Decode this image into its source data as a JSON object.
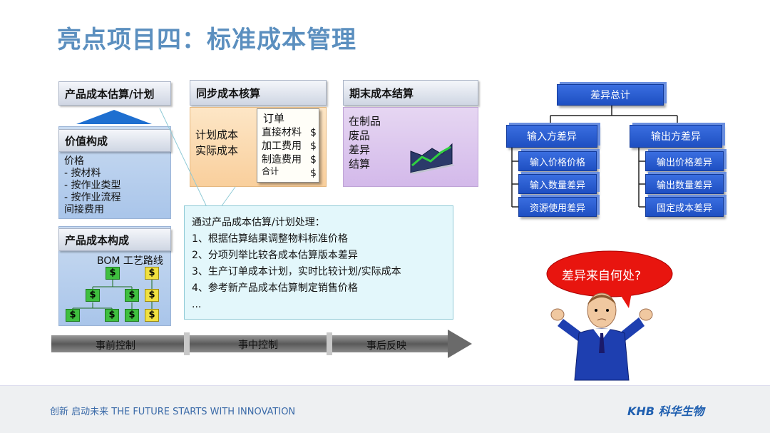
{
  "title": "亮点项目四：标准成本管理",
  "left": {
    "estimate_header": "产品成本估算/计划",
    "value_header": "价值构成",
    "value_lines": [
      "价格",
      "- 按材料",
      "- 按作业类型",
      "- 按作业流程",
      "间接费用"
    ],
    "structure_header": "产品成本构成",
    "structure_caption": "BOM 工艺路线",
    "dollar": "$"
  },
  "middle": {
    "sync_header": "同步成本核算",
    "sync_lines": [
      "计划成本",
      "实际成本"
    ],
    "order_title": "订单",
    "order_items": [
      "直接材料",
      "加工费用",
      "制造费用",
      "合计"
    ]
  },
  "right": {
    "period_header": "期末成本结算",
    "period_lines": [
      "在制品",
      "废品",
      "差异",
      "结算"
    ]
  },
  "callout": {
    "intro": "通过产品成本估算/计划处理：",
    "items": [
      "1、根据估算结果调整物料标准价格",
      "2、分项列举比较各成本估算版本差异",
      "3、生产订单成本计划，实时比较计划/实际成本",
      "4、参考新产品成本估算制定销售价格",
      "..."
    ]
  },
  "timeline": [
    "事前控制",
    "事中控制",
    "事后反映"
  ],
  "variance": {
    "total": "差异总计",
    "input_header": "输入方差异",
    "input_items": [
      "输入价格价格",
      "输入数量差异",
      "资源使用差异"
    ],
    "output_header": "输出方差异",
    "output_items": [
      "输出价格差异",
      "输出数量差异",
      "固定成本差异"
    ]
  },
  "question": "差异来自何处?",
  "footer": {
    "slogan": "创新 启动未来  THE FUTURE STARTS WITH INNOVATION",
    "brand": "KHB 科华生物"
  }
}
